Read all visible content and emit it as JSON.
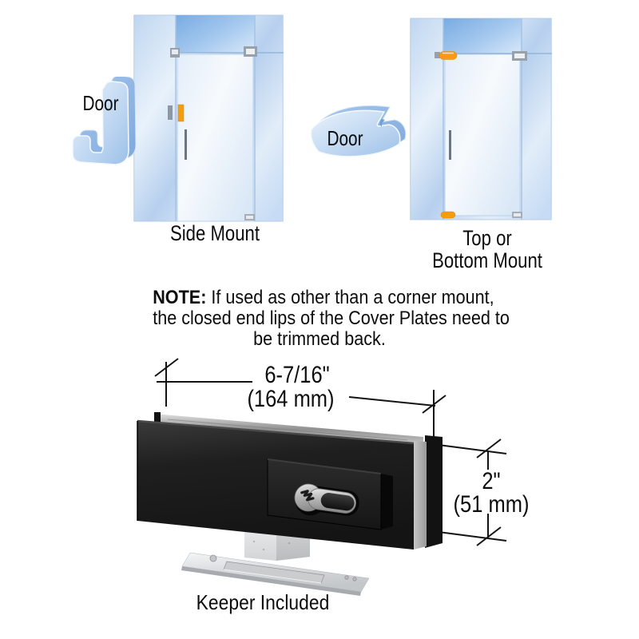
{
  "figures": {
    "side_mount": {
      "door_label": "Door",
      "caption": "Side Mount"
    },
    "top_bottom_mount": {
      "door_label": "Door",
      "caption_line1": "Top or",
      "caption_line2": "Bottom Mount"
    }
  },
  "note": {
    "prefix": "NOTE:",
    "line1": " If used as other than a corner mount,",
    "line2": "the closed end lips of the Cover Plates need to",
    "line3": "be trimmed back."
  },
  "product": {
    "width_label_in": "6-7/16\"",
    "width_label_mm": "(164 mm)",
    "height_label_in": "2\"",
    "height_label_mm": "(51 mm)",
    "keeper_caption": "Keeper Included"
  },
  "colors": {
    "indicator_orange": "#F59D0F",
    "glass_blue": "#BFD6F2",
    "transom_blue": "#7FB0E4",
    "lock_black": "#1C1C1C",
    "metal_gray": "#C9CDD1",
    "text": "#0D0D0D"
  }
}
